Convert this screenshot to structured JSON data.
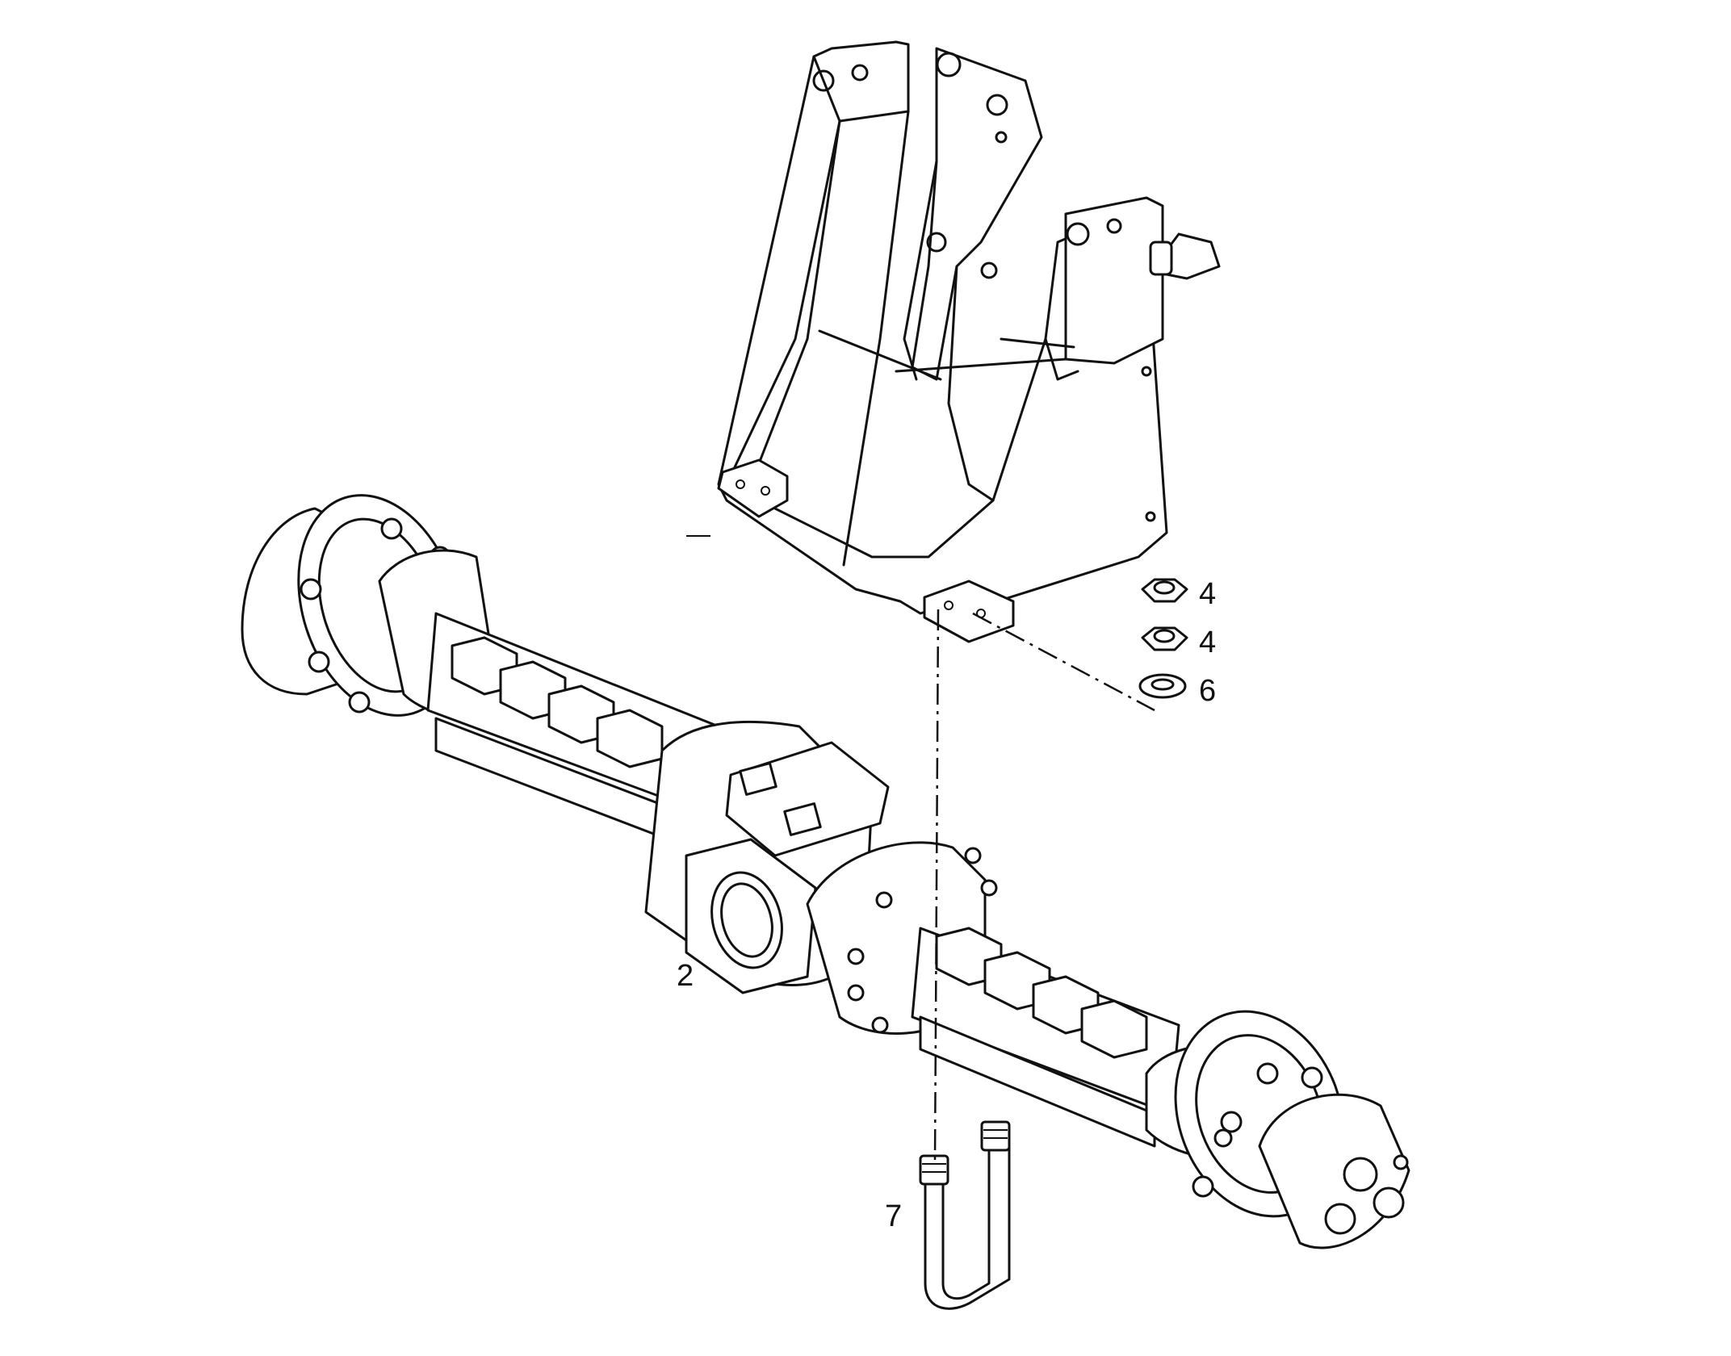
{
  "callouts": {
    "nut_a": "4",
    "nut_b": "4",
    "washer": "6",
    "axle": "2",
    "u_bolt": "7"
  }
}
